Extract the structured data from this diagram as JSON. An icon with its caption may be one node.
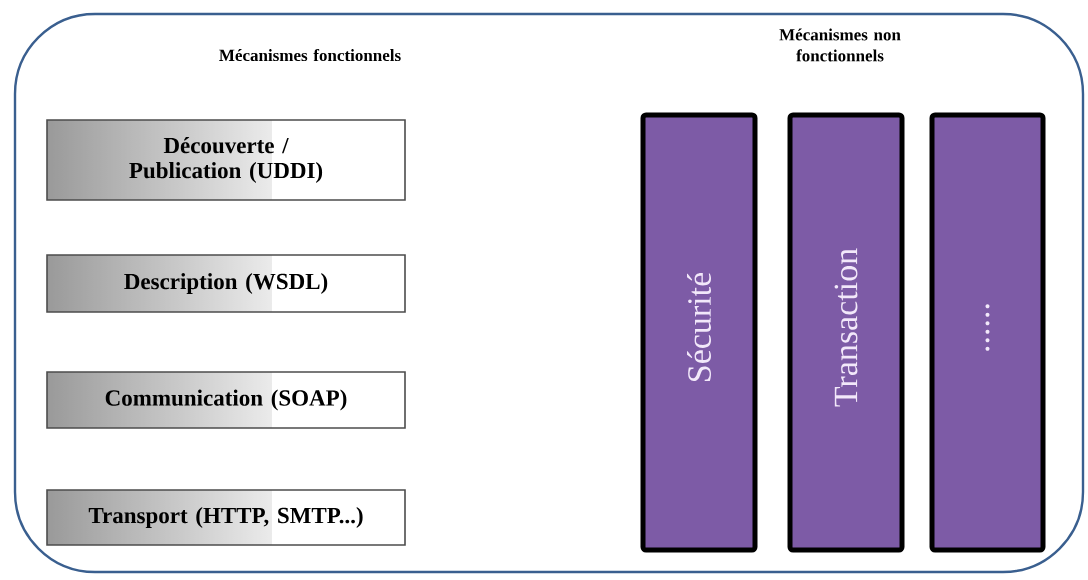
{
  "diagram": {
    "nodes": [
      {
        "text": [],
        "shape": "box"
      },
      {
        "text": [
          "Découverte / Publication (UDDI)"
        ],
        "in": 0
      },
      {
        "text": [
          "Description (WSDL)"
        ],
        "in": 0
      },
      {
        "text": [
          "Communication (SOAP)"
        ],
        "in": 0
      },
      {
        "text": [
          "Transport (HTTP, SMTP...)"
        ],
        "in": 0
      },
      {
        "text": [
          "Sécurité"
        ],
        "in": 0
      },
      {
        "text": [
          "Transaction"
        ],
        "in": 0
      },
      {
        "text": [
          "......"
        ],
        "in": 0
      }
    ],
    "labels": [
      "Mécanismes fonctionnels",
      "Mécanismes non fonctionnels"
    ]
  }
}
